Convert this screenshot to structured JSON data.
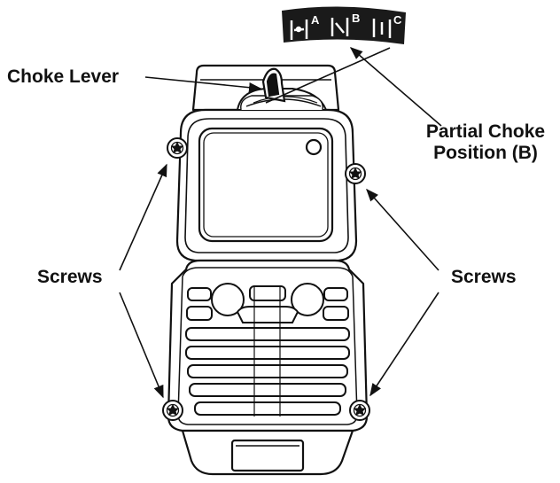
{
  "labels": {
    "choke_lever": "Choke Lever",
    "partial_choke_line1": "Partial Choke",
    "partial_choke_line2": "Position (B)",
    "screws_left": "Screws",
    "screws_right": "Screws"
  },
  "decal": {
    "position_a": "A",
    "position_b": "B",
    "position_c": "C"
  },
  "colors": {
    "ink": "#111111",
    "paper": "#ffffff",
    "decal_bg": "#1a1a1a",
    "decal_fg": "#ffffff"
  }
}
